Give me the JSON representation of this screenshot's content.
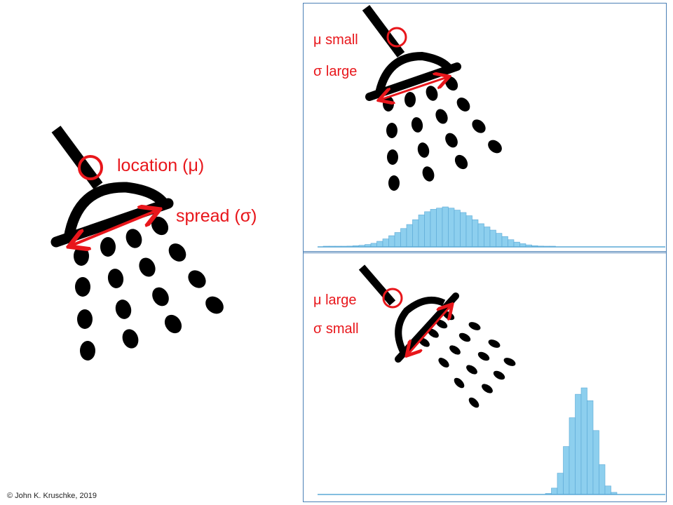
{
  "main": {
    "location_label": "location (μ)",
    "spread_label": "spread (σ)"
  },
  "panel_top": {
    "mu_label": "μ small",
    "sigma_label": "σ large",
    "histogram": [
      0.01,
      0.01,
      0.01,
      0.01,
      0.02,
      0.03,
      0.04,
      0.06,
      0.09,
      0.14,
      0.2,
      0.28,
      0.36,
      0.46,
      0.56,
      0.68,
      0.8,
      0.88,
      0.94,
      0.97,
      1.0,
      0.97,
      0.92,
      0.86,
      0.78,
      0.68,
      0.58,
      0.5,
      0.42,
      0.34,
      0.26,
      0.18,
      0.12,
      0.08,
      0.05,
      0.03,
      0.02,
      0.01,
      0.01
    ]
  },
  "panel_bottom": {
    "mu_label": "μ large",
    "sigma_label": "σ small",
    "histogram": [
      0.01,
      0.06,
      0.2,
      0.45,
      0.72,
      0.94,
      1.0,
      0.88,
      0.6,
      0.28,
      0.08,
      0.02
    ]
  },
  "colors": {
    "accent": "#e8161b",
    "hist_fill": "#8dcfee",
    "hist_stroke": "#5aa8d6",
    "panel_border": "#4a7fb5",
    "ink": "#000000"
  },
  "footer": {
    "copyright": "© John K. Kruschke, 2019"
  }
}
